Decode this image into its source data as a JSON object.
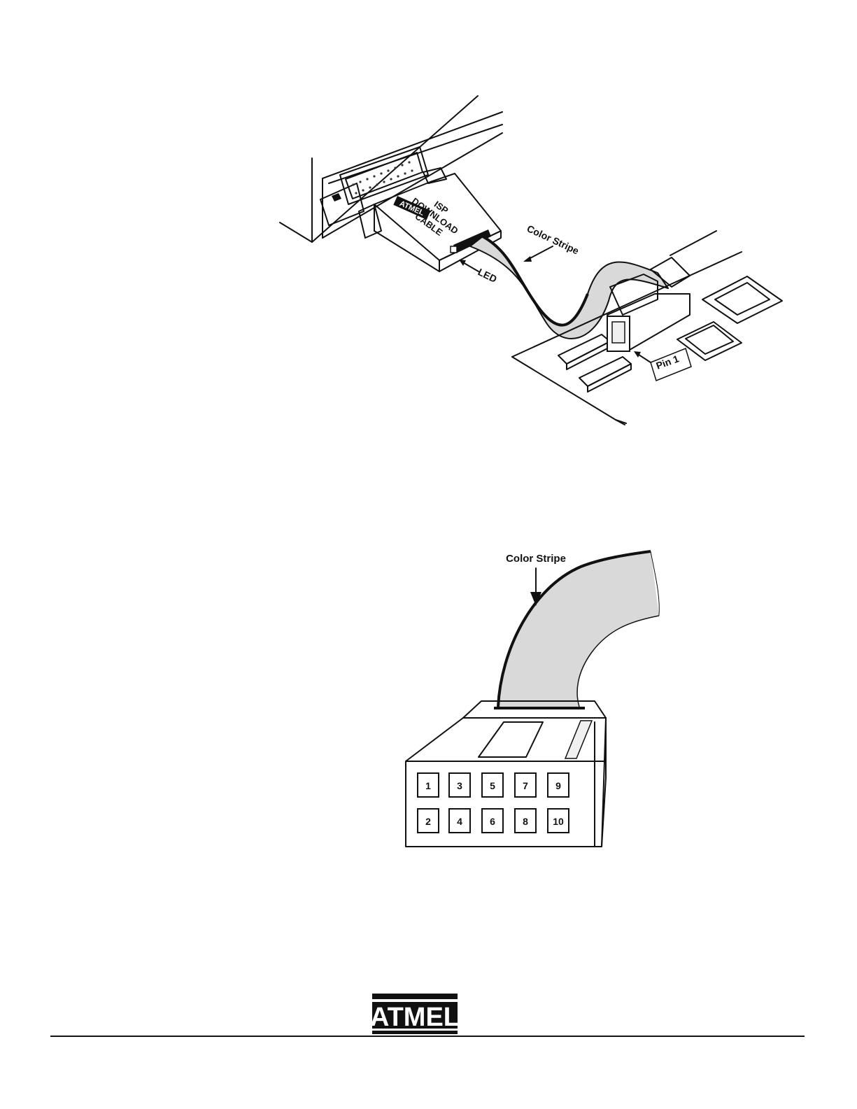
{
  "figure1": {
    "cable_label_line1": "ISP",
    "cable_label_line2": "DOWNLOAD",
    "cable_label_line3": "CABLE",
    "color_stripe_label": "Color Stripe",
    "led_label": "LED",
    "pin1_label": "Pin 1"
  },
  "figure2": {
    "color_stripe_label": "Color Stripe",
    "pins_top": [
      "1",
      "3",
      "5",
      "7",
      "9"
    ],
    "pins_bottom": [
      "2",
      "4",
      "6",
      "8",
      "10"
    ]
  },
  "footer": {
    "logo_text": "ATMEL"
  },
  "colors": {
    "cable_fill": "#d9d9d9",
    "ink": "#111111"
  }
}
